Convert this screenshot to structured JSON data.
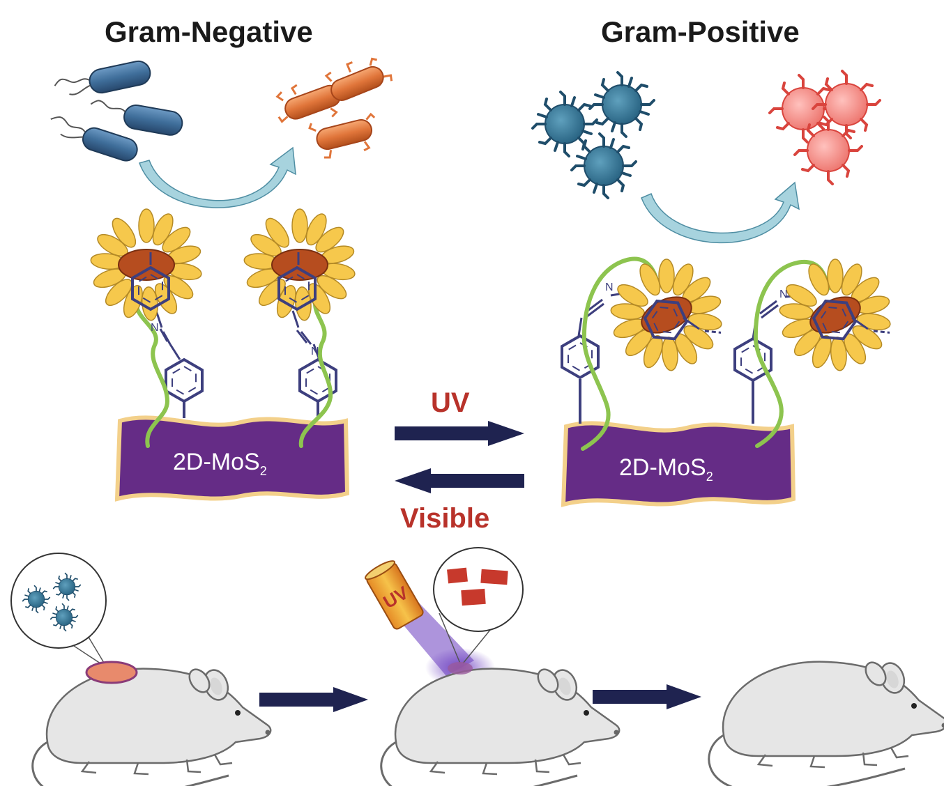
{
  "titles": {
    "gram_negative": "Gram-Negative",
    "gram_positive": "Gram-Positive"
  },
  "labels": {
    "uv": "UV",
    "visible": "Visible",
    "mos2_left_main": "2D-MoS",
    "mos2_left_sub": "2",
    "mos2_right_main": "2D-MoS",
    "mos2_right_sub": "2",
    "atom_n": "N",
    "uv_lamp_text": "UV"
  },
  "colors": {
    "bacteria_blue": "#3f6e9a",
    "bacteria_orange": "#e0753a",
    "bacteria_red": "#ec6a64",
    "curved_arrow": "#a7d3de",
    "sunflower_petal": "#f6c84c",
    "sunflower_center": "#b64d1f",
    "linker_green": "#8dc44f",
    "bond_navy": "#3d3f7e",
    "mos2_purple": "#652c86",
    "mos2_edge": "#f3d08a",
    "arrow_navy": "#1f2350",
    "text_red": "#b8322a",
    "mouse_gray": "#e6e6e6",
    "uv_glow": "#6a3cc0"
  }
}
